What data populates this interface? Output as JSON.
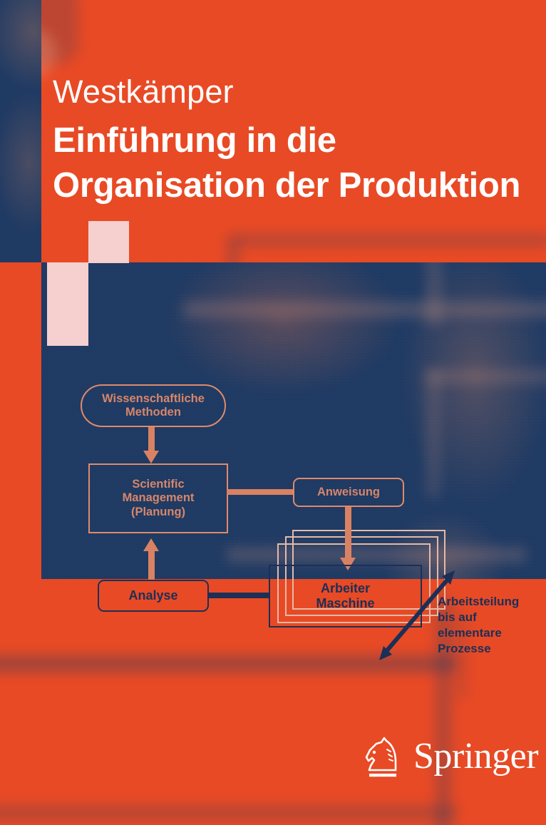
{
  "cover": {
    "author": "Westkämper",
    "title_line1": "Einführung in die",
    "title_line2": "Organisation der Produktion",
    "publisher": "Springer",
    "colors": {
      "orange": "#e84a25",
      "navy": "#1f3a63",
      "pink": "#f6cfcf",
      "salmon_line": "#e08a6b",
      "dark_navy_line": "#1d2f56",
      "white": "#ffffff"
    }
  },
  "diagram": {
    "nodes": {
      "methoden": "Wissenschaftliche\nMethoden",
      "methoden_l1": "Wissenschaftliche",
      "methoden_l2": "Methoden",
      "scientific_l1": "Scientific",
      "scientific_l2": "Management",
      "scientific_l3": "(Planung)",
      "anweisung": "Anweisung",
      "analyse": "Analyse",
      "arbeiter_l1": "Arbeiter",
      "arbeiter_l2": "Maschine"
    },
    "annotation": {
      "line1": "Arbeitsteilung",
      "line2": "bis auf",
      "line3": "elementare",
      "line4": "Prozesse"
    },
    "stack_count": 4
  }
}
